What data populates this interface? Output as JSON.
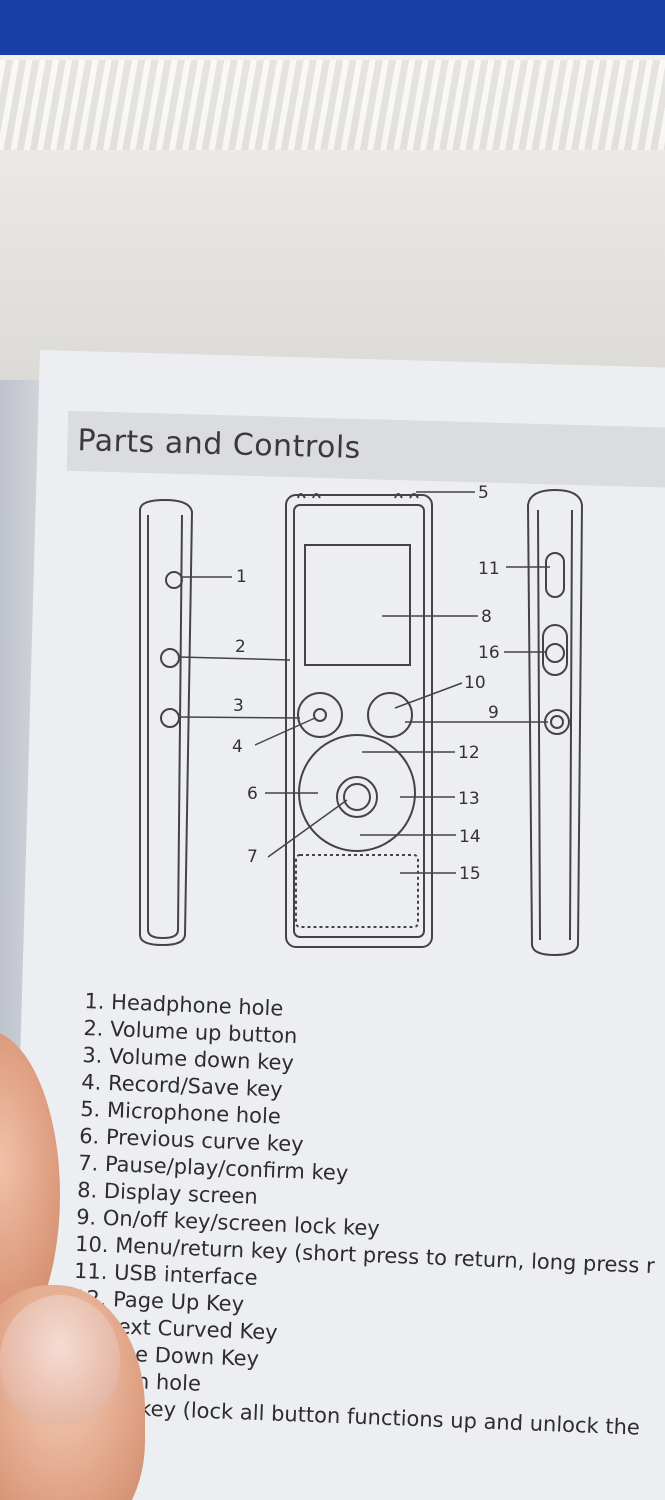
{
  "title": "Parts and Controls",
  "callouts": [
    "1",
    "2",
    "3",
    "4",
    "5",
    "6",
    "7",
    "8",
    "9",
    "10",
    "11",
    "12",
    "13",
    "14",
    "15",
    "16"
  ],
  "parts": [
    "1. Headphone hole",
    "2. Volume up button",
    "3. Volume down key",
    "4. Record/Save key",
    "5. Microphone hole",
    "6. Previous curve key",
    "7. Pause/play/confirm key",
    "8. Display screen",
    "9. On/off key/screen lock key",
    "10. Menu/return key (short press to return, long press r",
    "11. USB interface",
    "12. Page Up Key",
    "Next Curved Key",
    "age Down Key",
    "orn hole",
    "ck key (lock all button functions up and unlock the"
  ]
}
